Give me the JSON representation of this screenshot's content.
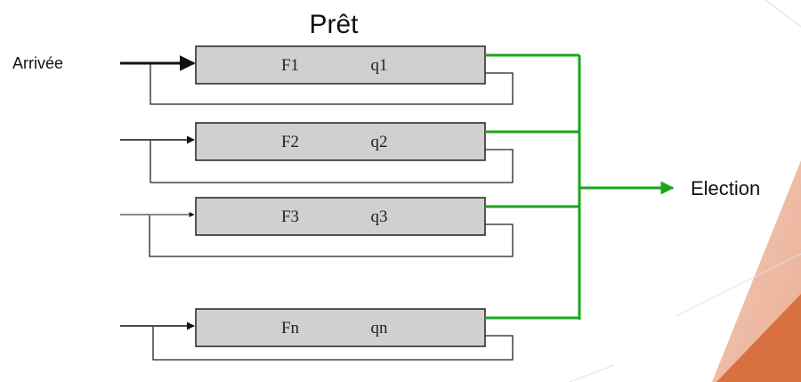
{
  "title": "Prêt",
  "arrival_label": "Arrivée",
  "output_label": "Election",
  "queues": [
    {
      "name": "F1",
      "quantum": "q1"
    },
    {
      "name": "F2",
      "quantum": "q2"
    },
    {
      "name": "F3",
      "quantum": "q3"
    },
    {
      "name": "Fn",
      "quantum": "qn"
    }
  ],
  "colors": {
    "queue_fill": "#d0d0d0",
    "output_line": "#1aa51a",
    "accent_orange": "#e07a4a"
  }
}
